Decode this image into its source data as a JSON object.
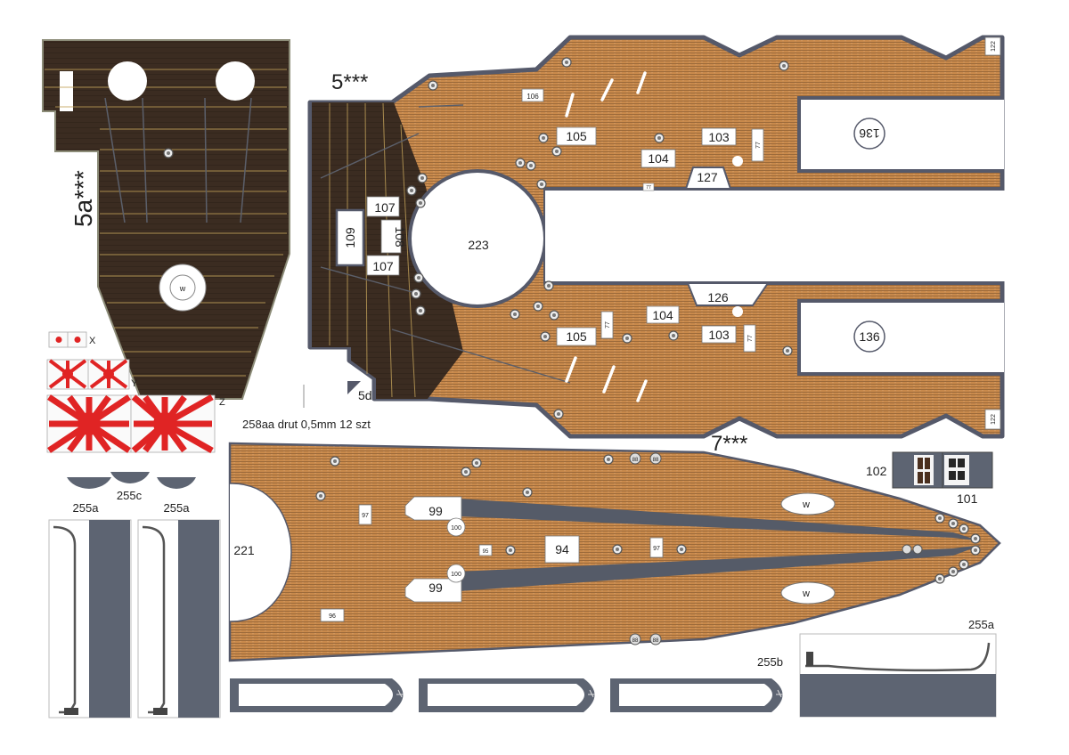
{
  "sheet": {
    "part_5a": "5a***",
    "part_5": "5***",
    "part_7": "7***",
    "part_5d": "5d",
    "wire_note": "258aa drut 0,5mm 12 szt",
    "flag_x": "X",
    "flag_y": "Y",
    "flag_z": "Z"
  },
  "deck_5": {
    "labels": {
      "l106": "106",
      "l105a": "105",
      "l105b": "105",
      "l103a": "103",
      "l103b": "103",
      "l104a": "104",
      "l104b": "104",
      "l127": "127",
      "l126": "126",
      "l136a": "136",
      "l136b": "136",
      "l223": "223",
      "l107a": "107",
      "l107b": "107",
      "l108": "108",
      "l109": "109",
      "l122a": "122",
      "l122b": "122",
      "l77a": "77",
      "l77b": "77",
      "l77c": "77",
      "l77d": "77"
    }
  },
  "deck_5a": {
    "labels": {
      "w": "w"
    }
  },
  "deck_7": {
    "labels": {
      "l221": "221",
      "l99a": "99",
      "l99b": "99",
      "l100a": "100",
      "l100b": "100",
      "l94": "94",
      "l95": "95",
      "l96": "96",
      "l97a": "97",
      "l97b": "97",
      "l102": "102",
      "l101": "101",
      "wa": "w",
      "wb": "w",
      "l88a": "88",
      "l88b": "88",
      "l88c": "88",
      "l88d": "88"
    }
  },
  "parts_255": {
    "l255a_1": "255a",
    "l255c": "255c",
    "l255a_2": "255a",
    "l255a_3": "255a",
    "l255b": "255b"
  },
  "colors": {
    "teak": "#c8884b",
    "dark_deck": "#3d2e22",
    "steel": "#5d6472",
    "flag_red": "#e02424"
  }
}
